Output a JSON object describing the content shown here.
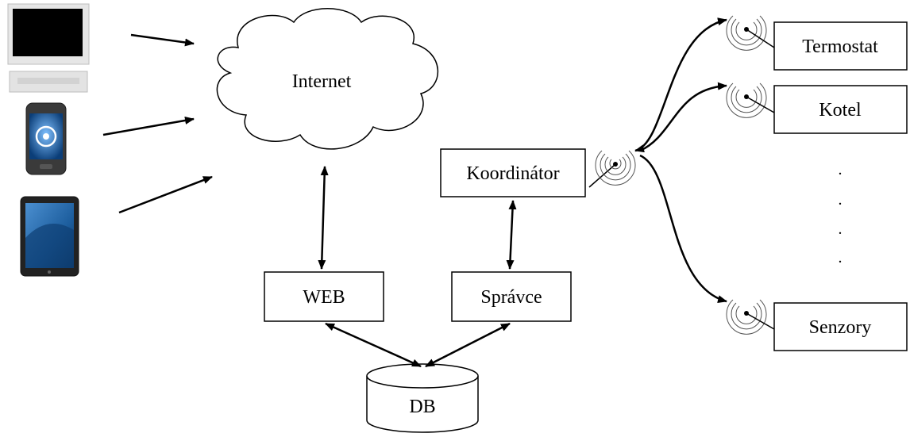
{
  "nodes": {
    "internet": "Internet",
    "web": "WEB",
    "spravce": "Správce",
    "koordinator": "Koordinátor",
    "db": "DB",
    "termostat": "Termostat",
    "kotel": "Kotel",
    "senzory": "Senzory"
  },
  "ellipsis": [
    ".",
    ".",
    ".",
    "."
  ],
  "devices": [
    "desktop-computer",
    "smartphone",
    "tablet"
  ],
  "colors": {
    "line": "#000000",
    "box_fill": "#ffffff",
    "screen": "#000000",
    "computer_body": "#e8e8e8",
    "phone_screen": "#2a6fb5",
    "tablet_screen": "#1d5e9e"
  }
}
